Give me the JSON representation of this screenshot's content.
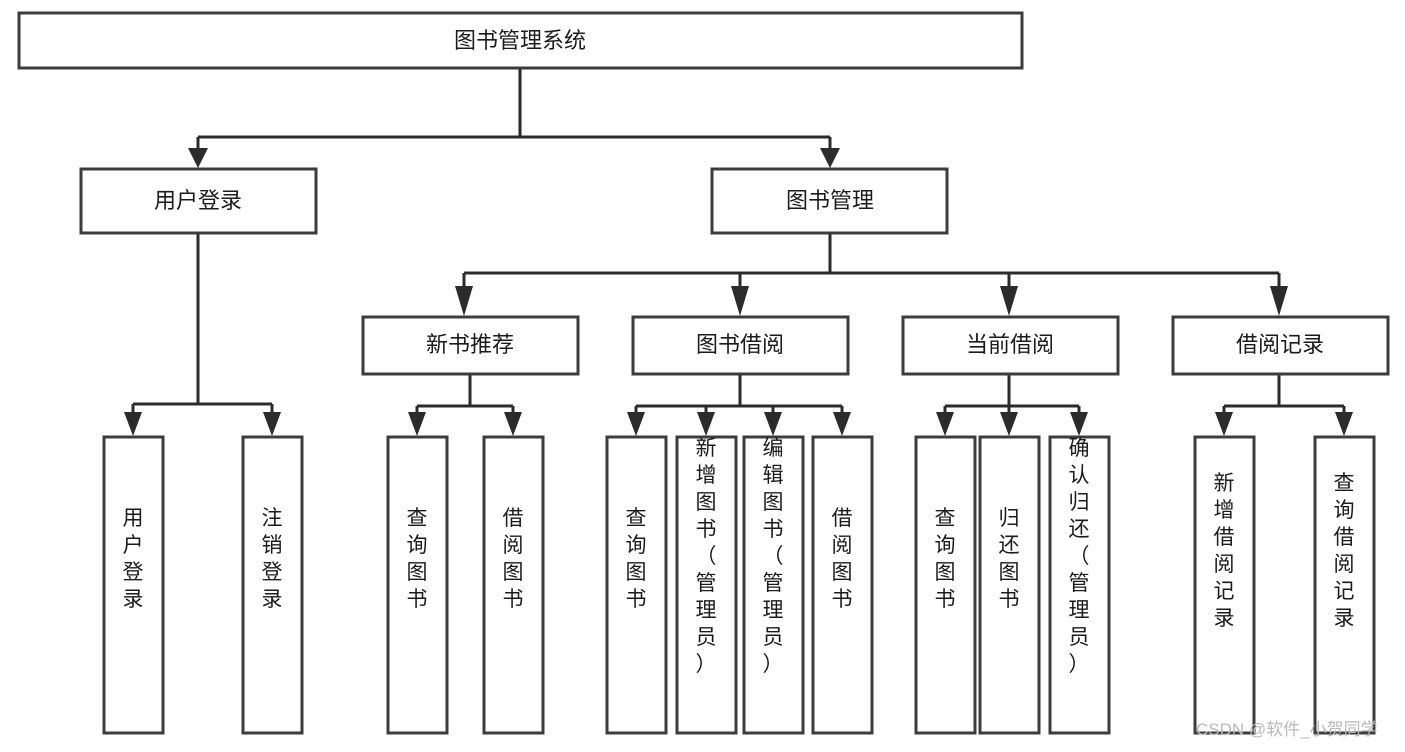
{
  "diagram": {
    "title": "图书管理系统",
    "root": {
      "id": "root",
      "label": "图书管理系统"
    },
    "level2": [
      {
        "id": "user-login",
        "label": "用户登录"
      },
      {
        "id": "book-management",
        "label": "图书管理"
      }
    ],
    "level3": [
      {
        "id": "new-book-recommend",
        "label": "新书推荐"
      },
      {
        "id": "book-borrow",
        "label": "图书借阅"
      },
      {
        "id": "current-borrow",
        "label": "当前借阅"
      },
      {
        "id": "borrow-record",
        "label": "借阅记录"
      }
    ],
    "leaves": {
      "user-login": [
        {
          "id": "leaf-user-login",
          "label": "用户登录"
        },
        {
          "id": "leaf-user-logout",
          "label": "注销登录"
        }
      ],
      "new-book-recommend": [
        {
          "id": "leaf-query-book-1",
          "label": "查询图书"
        },
        {
          "id": "leaf-borrow-book-1",
          "label": "借阅图书"
        }
      ],
      "book-borrow": [
        {
          "id": "leaf-query-book-2",
          "label": "查询图书"
        },
        {
          "id": "leaf-add-book",
          "label": "新增图书（管理员）"
        },
        {
          "id": "leaf-edit-book",
          "label": "编辑图书（管理员）"
        },
        {
          "id": "leaf-borrow-book-2",
          "label": "借阅图书"
        }
      ],
      "current-borrow": [
        {
          "id": "leaf-query-book-3",
          "label": "查询图书"
        },
        {
          "id": "leaf-return-book",
          "label": "归还图书"
        },
        {
          "id": "leaf-confirm-return",
          "label": "确认归还（管理员）"
        }
      ],
      "borrow-record": [
        {
          "id": "leaf-add-record",
          "label": "新增借阅记录"
        },
        {
          "id": "leaf-query-record",
          "label": "查询借阅记录"
        }
      ]
    },
    "watermark": "CSDN @软件_小贺同学",
    "colors": {
      "box_stroke": "#3c3c3c",
      "connector": "#2b2b2b",
      "background": "#ffffff",
      "text": "#1b1b1b",
      "watermark": "#b9b9b9"
    }
  }
}
